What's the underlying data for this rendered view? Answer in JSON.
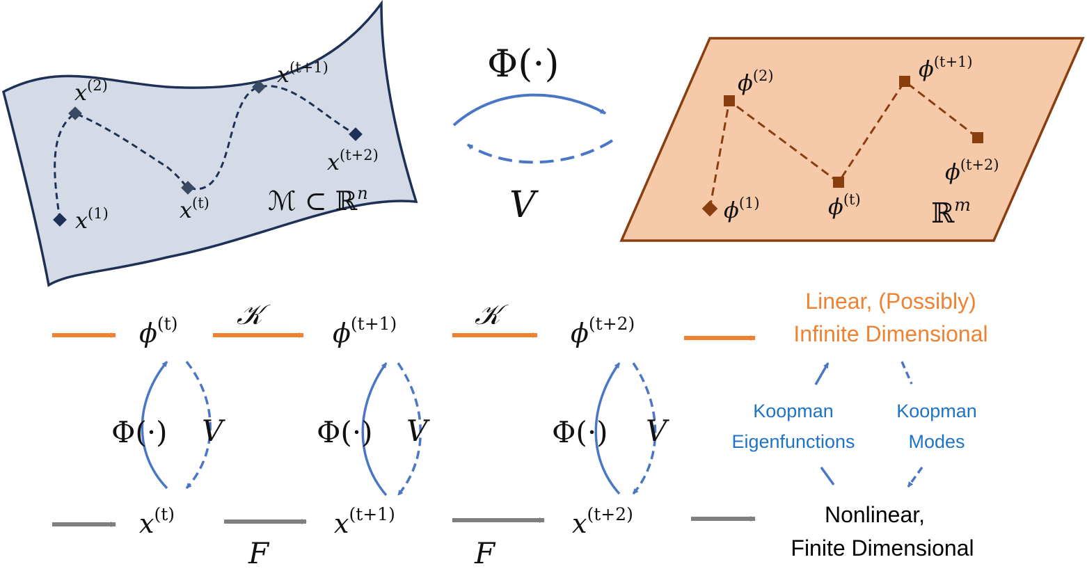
{
  "colors": {
    "manifold_fill": "#d4dbe6",
    "manifold_stroke": "#1e3056",
    "manifold_point": "#1e3056",
    "feature_fill": "#f6c9a8",
    "feature_stroke": "#8a3e10",
    "feature_point": "#8a3e10",
    "linear_arrow": "#ee8233",
    "map_arrow": "#4a77c5",
    "dynamics_arrow": "#7f7f7f",
    "linear_label": "#ee8233",
    "koopman_label": "#1f73c6",
    "nonlinear_label": "#000000"
  },
  "top": {
    "manifold": {
      "points": {
        "x1": {
          "base": "x",
          "sup": "(1)"
        },
        "x2": {
          "base": "x",
          "sup": "(2)"
        },
        "xt": {
          "base": "x",
          "sup": "(t)"
        },
        "xt1": {
          "base": "x",
          "sup": "(t+1)"
        },
        "xt2": {
          "base": "x",
          "sup": "(t+2)"
        }
      },
      "label": {
        "base": "ℳ ⊂ ℝ",
        "sup": "n"
      }
    },
    "feature_space": {
      "points": {
        "p1": {
          "base": "ϕ",
          "sup": "(1)"
        },
        "p2": {
          "base": "ϕ",
          "sup": "(2)"
        },
        "pt": {
          "base": "ϕ",
          "sup": "(t)"
        },
        "pt1": {
          "base": "ϕ",
          "sup": "(t+1)"
        },
        "pt2": {
          "base": "ϕ",
          "sup": "(t+2)"
        }
      },
      "label": {
        "base": "ℝ",
        "sup": "m"
      }
    },
    "lift_label": "Φ(·)",
    "inverse_label": "V"
  },
  "bottom": {
    "phi_nodes": [
      {
        "base": "ϕ",
        "sup": "(t)"
      },
      {
        "base": "ϕ",
        "sup": "(t+1)"
      },
      {
        "base": "ϕ",
        "sup": "(t+2)"
      }
    ],
    "x_nodes": [
      {
        "base": "x",
        "sup": "(t)"
      },
      {
        "base": "x",
        "sup": "(t+1)"
      },
      {
        "base": "x",
        "sup": "(t+2)"
      }
    ],
    "koopman_operator": "𝒦",
    "dynamics": "F",
    "lift_label": "Φ(·)",
    "inverse_label": "V",
    "linear_text": [
      "Linear, (Possibly)",
      "Infinite Dimensional"
    ],
    "nonlinear_text": [
      "Nonlinear,",
      "Finite Dimensional"
    ],
    "eigenfunctions_text": [
      "Koopman",
      "Eigenfunctions"
    ],
    "modes_text": [
      "Koopman",
      "Modes"
    ]
  }
}
